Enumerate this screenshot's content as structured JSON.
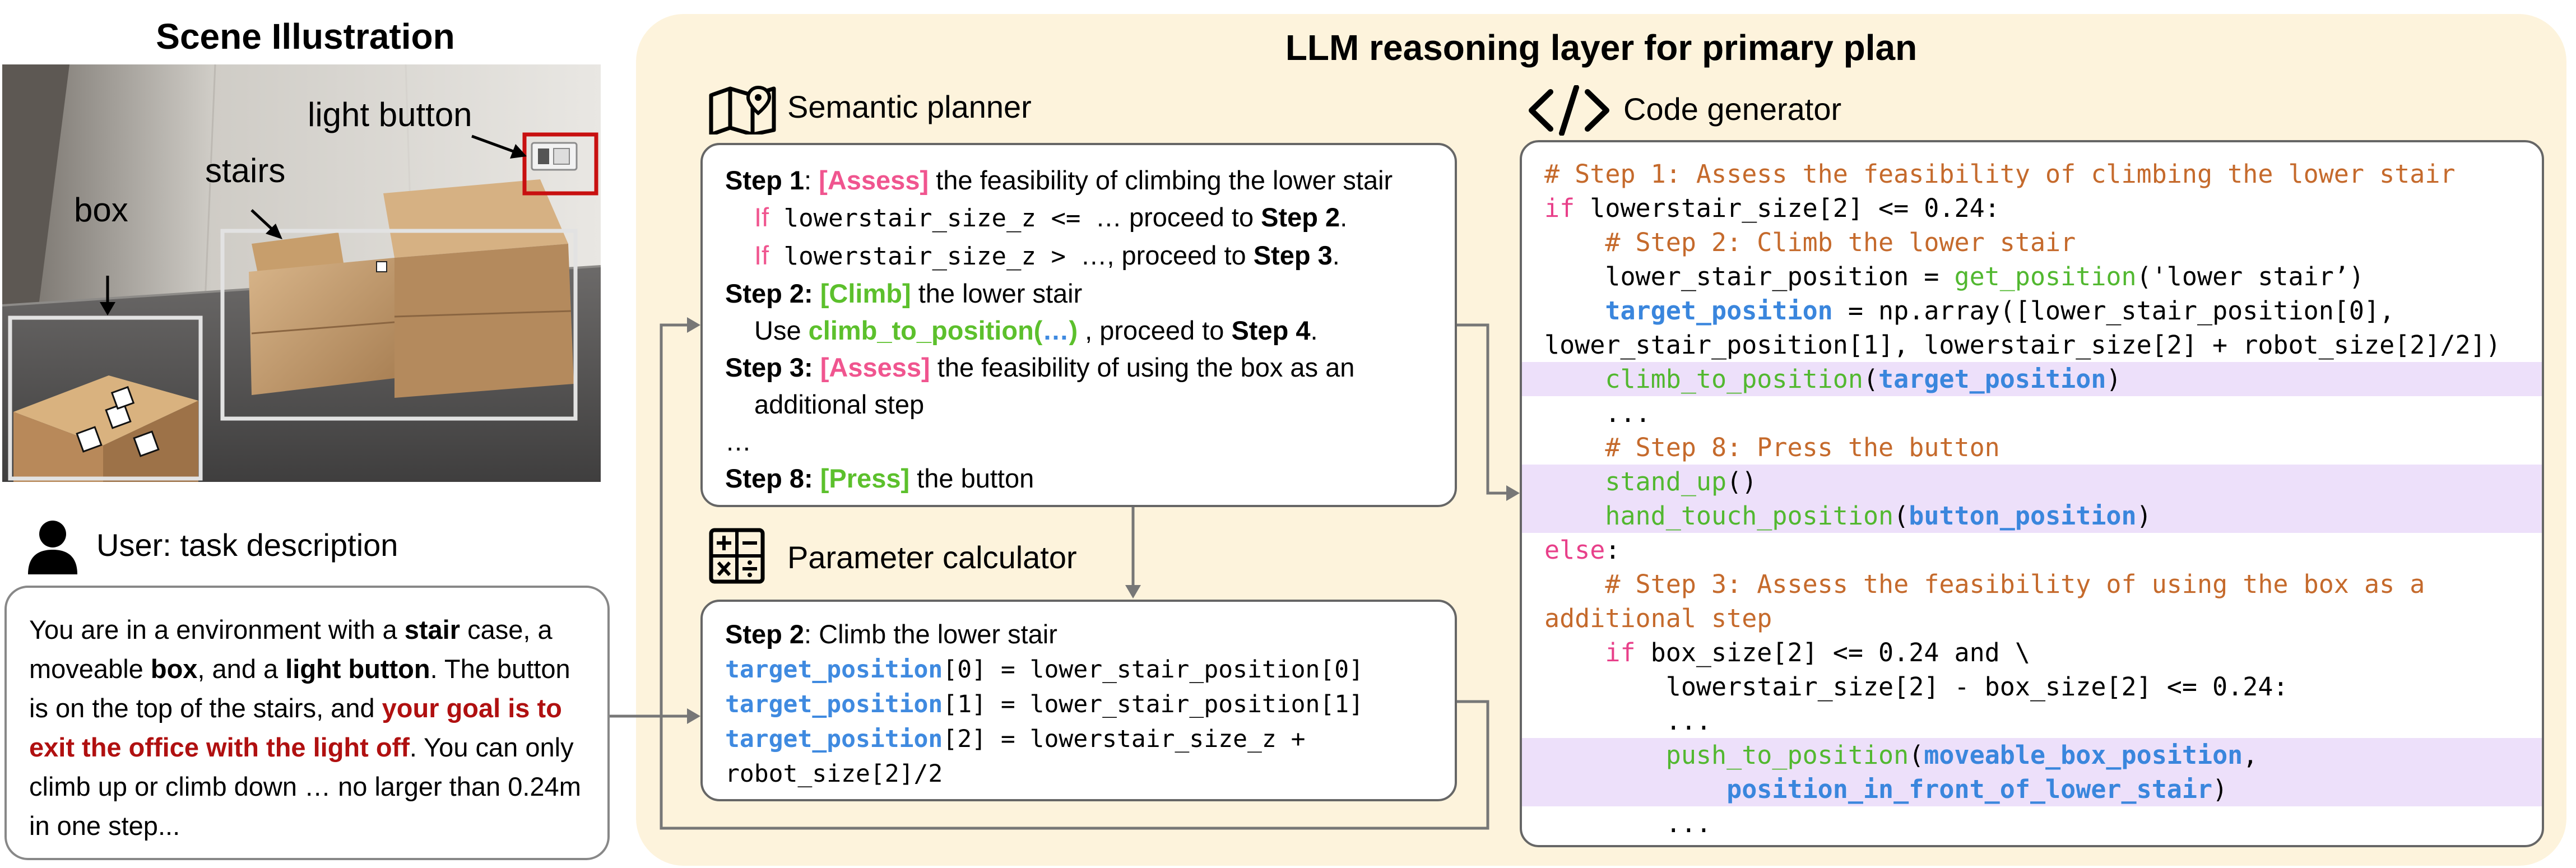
{
  "scene": {
    "title": "Scene Illustration",
    "labels": {
      "light_button": "light button",
      "stairs": "stairs",
      "box": "box"
    }
  },
  "user": {
    "title": "User: task description",
    "description": {
      "p1": "You are in a environment with a ",
      "stair": "stair",
      "p2": " case, a moveable ",
      "box": "box",
      "p3": ", and a ",
      "light_button": "light button",
      "p4": ". The button is on the top of the stairs, and ",
      "goal": "your goal is to exit the office with the light off",
      "p5": ". You can only climb up or climb down … no larger than 0.24m in one step..."
    }
  },
  "llm": {
    "title": "LLM reasoning layer for primary plan"
  },
  "planner": {
    "title": "Semantic planner",
    "step1_label": "Step 1",
    "step1_tag": "[Assess]",
    "step1_text": " the feasibility of climbing the lower stair",
    "if1_kw": "If",
    "if1_code": " lowerstair_size_z <= ",
    "if1_text": "… proceed to ",
    "if1_step": "Step 2",
    "if2_kw": "If",
    "if2_code": " lowerstair_size_z > ",
    "if2_text": "…, proceed to ",
    "if2_step": "Step 3",
    "step2_label": "Step 2:",
    "step2_tag": "[Climb]",
    "step2_text": " the lower stair",
    "use_text": "Use ",
    "use_fn_green": "climb_to_position(",
    "use_fn_blue": "…",
    "use_fn_close": ")",
    "use_rest": " , proceed to ",
    "use_step": "Step 4",
    "step3_label": "Step 3:",
    "step3_tag": "[Assess]",
    "step3_text": " the feasibility of using the box as an",
    "step3_cont": "additional step",
    "ellipsis": "…",
    "step8_label": "Step 8:",
    "step8_tag": "[Press]",
    "step8_text": " the button"
  },
  "param": {
    "title": "Parameter calculator",
    "heading_label": "Step 2",
    "heading_text": ": Climb the lower stair",
    "lines": [
      {
        "var": "target_position",
        "rest": "[0] = lower_stair_position[0]"
      },
      {
        "var": "target_position",
        "rest": "[1] = lower_stair_position[1]"
      },
      {
        "var": "target_position",
        "rest": "[2] = lowerstair_size_z +"
      },
      {
        "var": "",
        "rest": "robot_size[2]/2"
      }
    ]
  },
  "codegen": {
    "title": "Code generator",
    "lines": [
      {
        "hl": false,
        "segs": [
          {
            "c": "c-comment",
            "t": "# Step 1: Assess the feasibility of climbing the lower stair"
          }
        ]
      },
      {
        "hl": false,
        "segs": [
          {
            "c": "c-kw",
            "t": "if"
          },
          {
            "c": "",
            "t": " lowerstair_size[2] <= 0.24:"
          }
        ]
      },
      {
        "hl": false,
        "segs": [
          {
            "c": "",
            "t": "    "
          },
          {
            "c": "c-comment",
            "t": "# Step 2: Climb the lower stair"
          }
        ]
      },
      {
        "hl": false,
        "segs": [
          {
            "c": "",
            "t": "    lower_stair_position = "
          },
          {
            "c": "c-fn",
            "t": "get_position"
          },
          {
            "c": "",
            "t": "('lower stair’)"
          }
        ]
      },
      {
        "hl": false,
        "segs": [
          {
            "c": "",
            "t": "    "
          },
          {
            "c": "c-var",
            "t": "target_position"
          },
          {
            "c": "",
            "t": " = np.array([lower_stair_position[0],"
          }
        ]
      },
      {
        "hl": false,
        "segs": [
          {
            "c": "",
            "t": "lower_stair_position[1], lowerstair_size[2] + robot_size[2]/2])"
          }
        ]
      },
      {
        "hl": true,
        "segs": [
          {
            "c": "",
            "t": "    "
          },
          {
            "c": "c-fn",
            "t": "climb_to_position"
          },
          {
            "c": "",
            "t": "("
          },
          {
            "c": "c-var",
            "t": "target_position"
          },
          {
            "c": "",
            "t": ")"
          }
        ]
      },
      {
        "hl": false,
        "segs": [
          {
            "c": "",
            "t": "    ..."
          }
        ]
      },
      {
        "hl": false,
        "segs": [
          {
            "c": "",
            "t": "    "
          },
          {
            "c": "c-comment",
            "t": "# Step 8: Press the button"
          }
        ]
      },
      {
        "hl": true,
        "segs": [
          {
            "c": "",
            "t": "    "
          },
          {
            "c": "c-fn",
            "t": "stand_up"
          },
          {
            "c": "",
            "t": "()"
          }
        ]
      },
      {
        "hl": true,
        "segs": [
          {
            "c": "",
            "t": "    "
          },
          {
            "c": "c-fn",
            "t": "hand_touch_position"
          },
          {
            "c": "",
            "t": "("
          },
          {
            "c": "c-var",
            "t": "button_position"
          },
          {
            "c": "",
            "t": ")"
          }
        ]
      },
      {
        "hl": false,
        "segs": [
          {
            "c": "c-kw",
            "t": "else"
          },
          {
            "c": "",
            "t": ":"
          }
        ]
      },
      {
        "hl": false,
        "segs": [
          {
            "c": "",
            "t": "    "
          },
          {
            "c": "c-comment",
            "t": "# Step 3: Assess the feasibility of using the box as a"
          }
        ]
      },
      {
        "hl": false,
        "segs": [
          {
            "c": "c-comment",
            "t": "additional step"
          }
        ]
      },
      {
        "hl": false,
        "segs": [
          {
            "c": "",
            "t": "    "
          },
          {
            "c": "c-kw",
            "t": "if"
          },
          {
            "c": "",
            "t": " box_size[2] <= 0.24 and \\"
          }
        ]
      },
      {
        "hl": false,
        "segs": [
          {
            "c": "",
            "t": "        lowerstair_size[2] - box_size[2] <= 0.24:"
          }
        ]
      },
      {
        "hl": false,
        "segs": [
          {
            "c": "",
            "t": "        ..."
          }
        ]
      },
      {
        "hl": true,
        "segs": [
          {
            "c": "",
            "t": "        "
          },
          {
            "c": "c-fn",
            "t": "push_to_position"
          },
          {
            "c": "",
            "t": "("
          },
          {
            "c": "c-var",
            "t": "moveable_box_position"
          },
          {
            "c": "",
            "t": ","
          }
        ]
      },
      {
        "hl": true,
        "segs": [
          {
            "c": "",
            "t": "            "
          },
          {
            "c": "c-var",
            "t": "position_in_front_of_lower_stair"
          },
          {
            "c": "",
            "t": ")"
          }
        ]
      },
      {
        "hl": false,
        "segs": [
          {
            "c": "",
            "t": "        ..."
          }
        ]
      }
    ]
  },
  "colors": {
    "panel_bg": "#fdf3dc",
    "tag_pink": "#f0558f",
    "tag_green": "#5cc02c",
    "var_blue": "#3f8ae0",
    "comment_orange": "#c56a2c",
    "highlight_purple": "#ede0fa",
    "goal_red": "#b01010",
    "button_frame_red": "#c81010"
  }
}
